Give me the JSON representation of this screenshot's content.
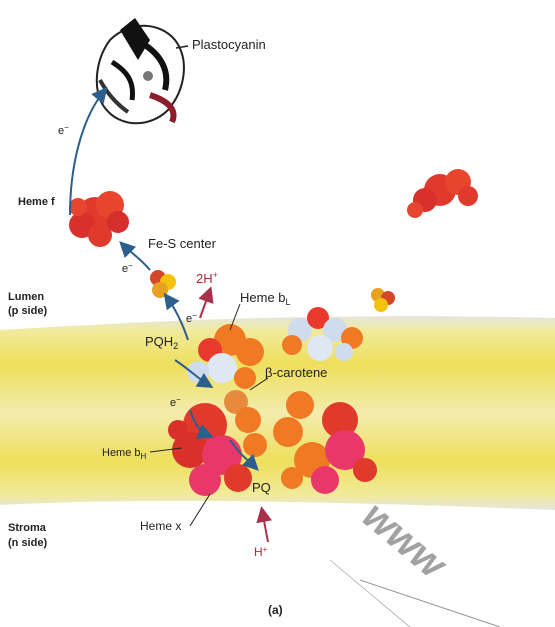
{
  "labels": {
    "plastocyanin": "Plastocyanin",
    "heme_f": "Heme f",
    "fe_s_center": "Fe-S center",
    "lumen": "Lumen",
    "lumen_side": "(p side)",
    "two_h": "2H",
    "plus": "+",
    "heme_bl": "Heme b",
    "heme_bl_sub": "L",
    "pqh2": "PQH",
    "pqh2_sub": "2",
    "beta_carotene": "β-carotene",
    "electron": "e",
    "minus": "−",
    "heme_bh": "Heme b",
    "heme_bh_sub": "H",
    "pq": "PQ",
    "stroma": "Stroma",
    "stroma_side": "(n side)",
    "heme_x": "Heme x",
    "h_plus": "H",
    "panel": "(a)",
    "watermark": "www"
  },
  "colors": {
    "membrane_yellow": "#efe36a",
    "membrane_edge": "#d8d8c8",
    "protein_red": "#e03a2c",
    "protein_orange": "#f07a24",
    "protein_pink": "#e8386a",
    "protein_light": "#cfdcee",
    "arrow_blue": "#2d5f8e",
    "arrow_red": "#a8304a"
  }
}
